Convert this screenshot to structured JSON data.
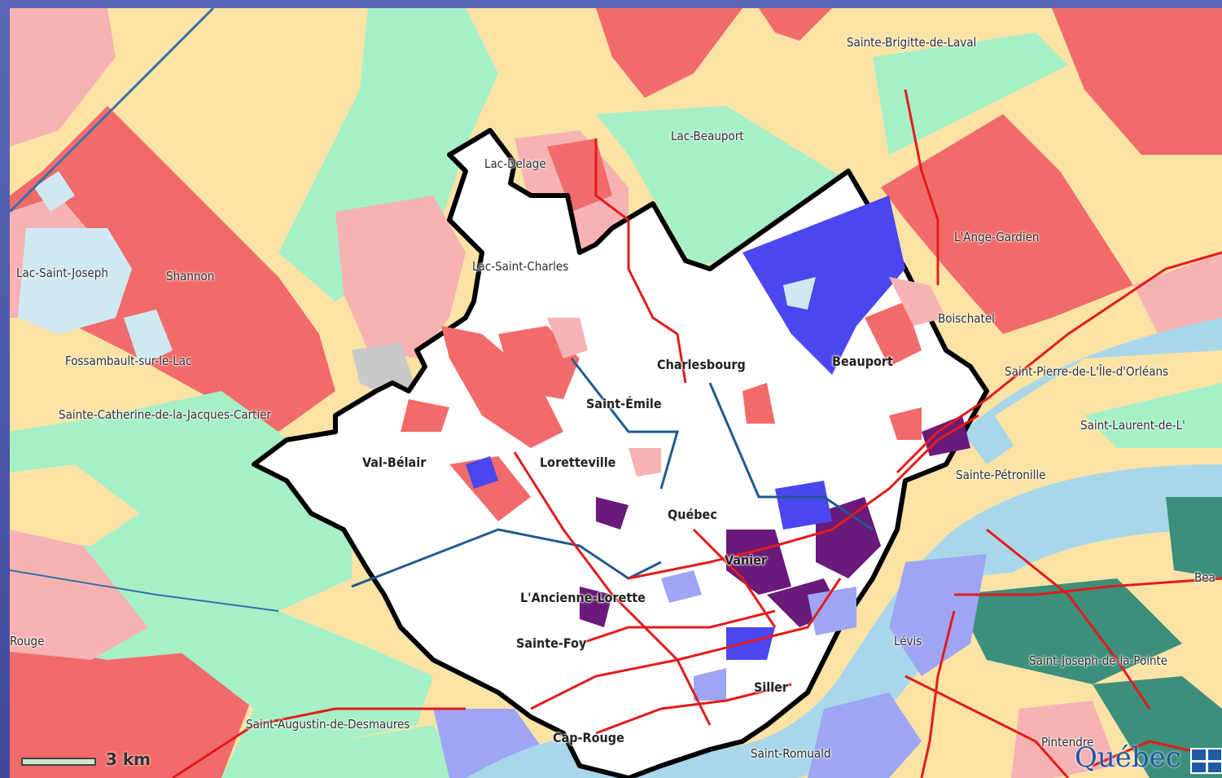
{
  "map": {
    "scale_label": "3 km",
    "logo_text": "Québec",
    "colors": {
      "boundary": "#000000",
      "road": "#e31b1b",
      "water": "#bfe3f0",
      "river": "#a9d7ea",
      "class_yellow": "#fbe3a6",
      "class_green": "#a6f0c8",
      "class_red": "#f26b6b",
      "class_pink": "#f7b3b3",
      "class_teal": "#3c8f7a",
      "class_blue": "#4a47f0",
      "class_purple": "#6a1a7a"
    },
    "places": [
      "Sainte-Brigitte-de-Laval",
      "Lac-Beauport",
      "Lac-Delage",
      "L'Ange-Gardien",
      "Lac-Saint-Charles",
      "Lac-Saint-Joseph",
      "Shannon",
      "Boischatel",
      "Charlesbourg",
      "Beauport",
      "Fossambault-sur-le-Lac",
      "Saint-Pierre-de-L'Île-d'Orléans",
      "Saint-Émile",
      "Sainte-Catherine-de-la-Jacques-Cartier",
      "Saint-Laurent-de-L'",
      "Val-Bélair",
      "Loretteville",
      "Sainte-Pétronille",
      "Québec",
      "Vanier",
      "Bea",
      "L'Ancienne-Lorette",
      "Rouge",
      "Lévis",
      "Sainte-Foy",
      "Saint-Joseph-de-la-Pointe",
      "Siller",
      "Saint-Augustin-de-Desmaures",
      "Pintendre",
      "Cap-Rouge",
      "Saint-Romuald"
    ]
  }
}
